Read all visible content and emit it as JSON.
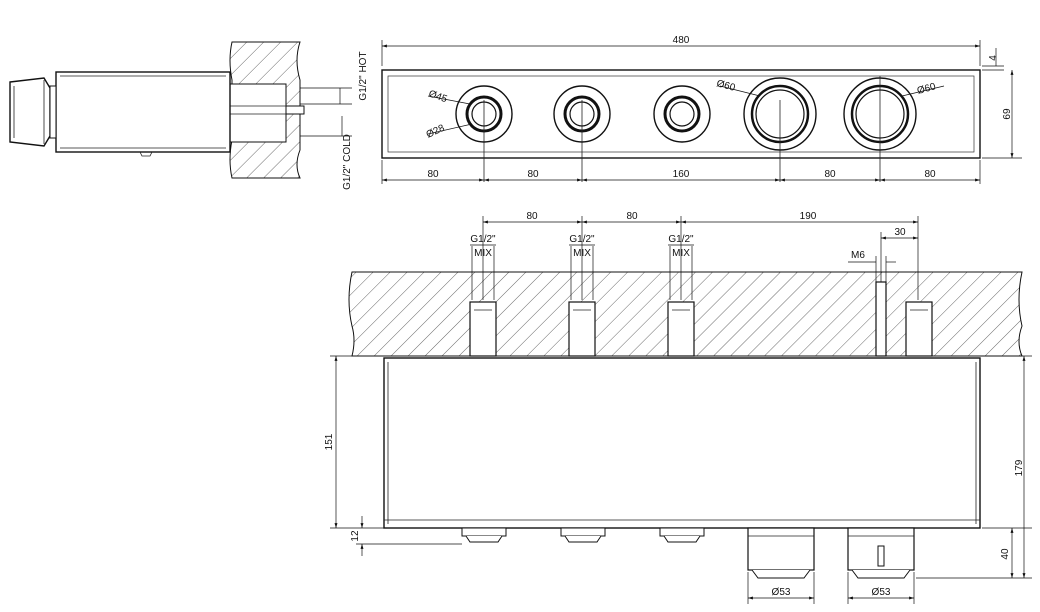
{
  "side_view": {
    "hot_label": "G1/2\" HOT",
    "cold_label": "G1/2\" COLD"
  },
  "front_view": {
    "dims": {
      "overall_width": "480",
      "depth_lip": "4",
      "height": "69",
      "seg1": "80",
      "seg2": "80",
      "seg3": "160",
      "seg4": "80",
      "seg5": "80"
    },
    "knob_labels": {
      "small_outer": "Ø45",
      "small_inner": "Ø28",
      "large_left": "Ø60",
      "large_right": "Ø60"
    }
  },
  "top_view": {
    "dims": {
      "spacing_a": "80",
      "spacing_b": "80",
      "spacing_c": "190",
      "offset_m6": "30",
      "body_height": "151",
      "total_height": "179",
      "foot_height": "12",
      "spout_height": "40",
      "dia_left": "Ø53",
      "dia_right": "Ø53"
    },
    "port_labels": [
      {
        "size": "G1/2\"",
        "type": "MIX"
      },
      {
        "size": "G1/2\"",
        "type": "MIX"
      },
      {
        "size": "G1/2\"",
        "type": "MIX"
      }
    ],
    "m6_label": "M6"
  }
}
